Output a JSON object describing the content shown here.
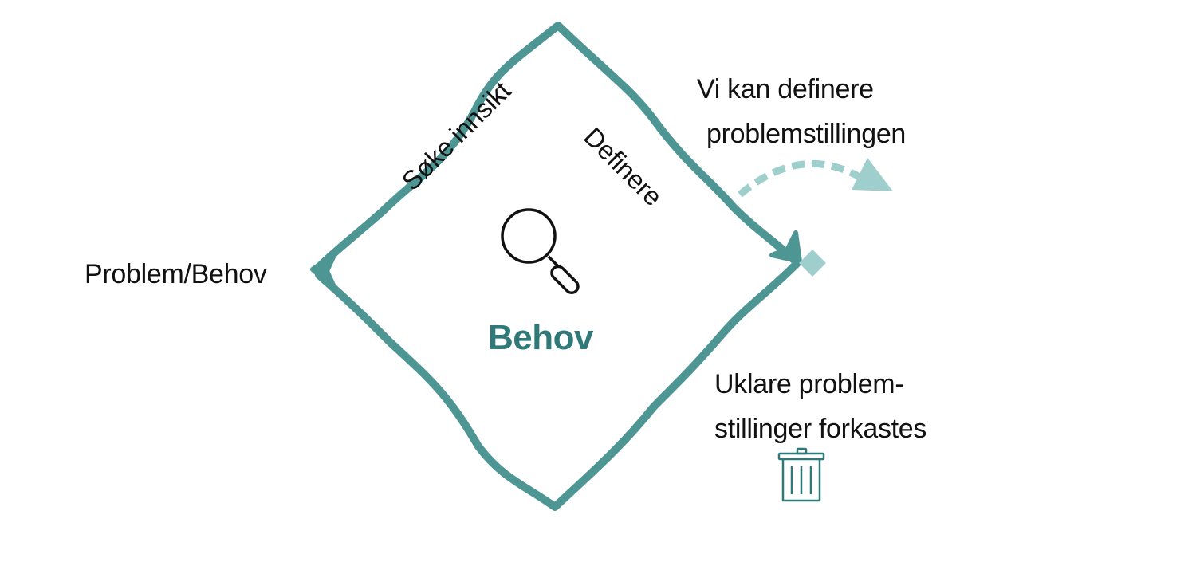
{
  "labels": {
    "left": "Problem/Behov",
    "right_top_line1": "Vi kan definere",
    "right_top_line2": "problemstillingen",
    "right_bottom_line1": "Uklare problem-",
    "right_bottom_line2": "stillinger forkastes",
    "edge_left": "Søke innsikt",
    "edge_right": "Definere",
    "center": "Behov"
  },
  "icons": {
    "center": "magnifier-icon",
    "bottom_right": "trash-bin-icon"
  },
  "colors": {
    "outline": "#4e9694",
    "light_accent": "#9fcfcd",
    "center_text": "#2f7a78",
    "text": "#111111"
  }
}
